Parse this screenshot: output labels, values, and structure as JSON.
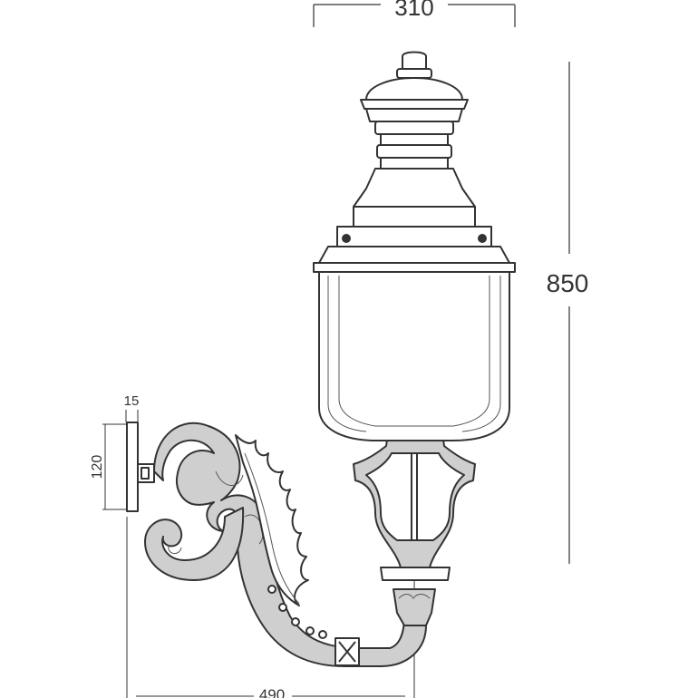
{
  "drawing": {
    "colors": {
      "stroke": "#333333",
      "fill_gray": "#cfcfcf",
      "background": "#ffffff"
    },
    "dimensions": {
      "top_width": "310",
      "height": "850",
      "plate_thickness": "15",
      "plate_height": "120",
      "arm_reach": "490"
    }
  }
}
